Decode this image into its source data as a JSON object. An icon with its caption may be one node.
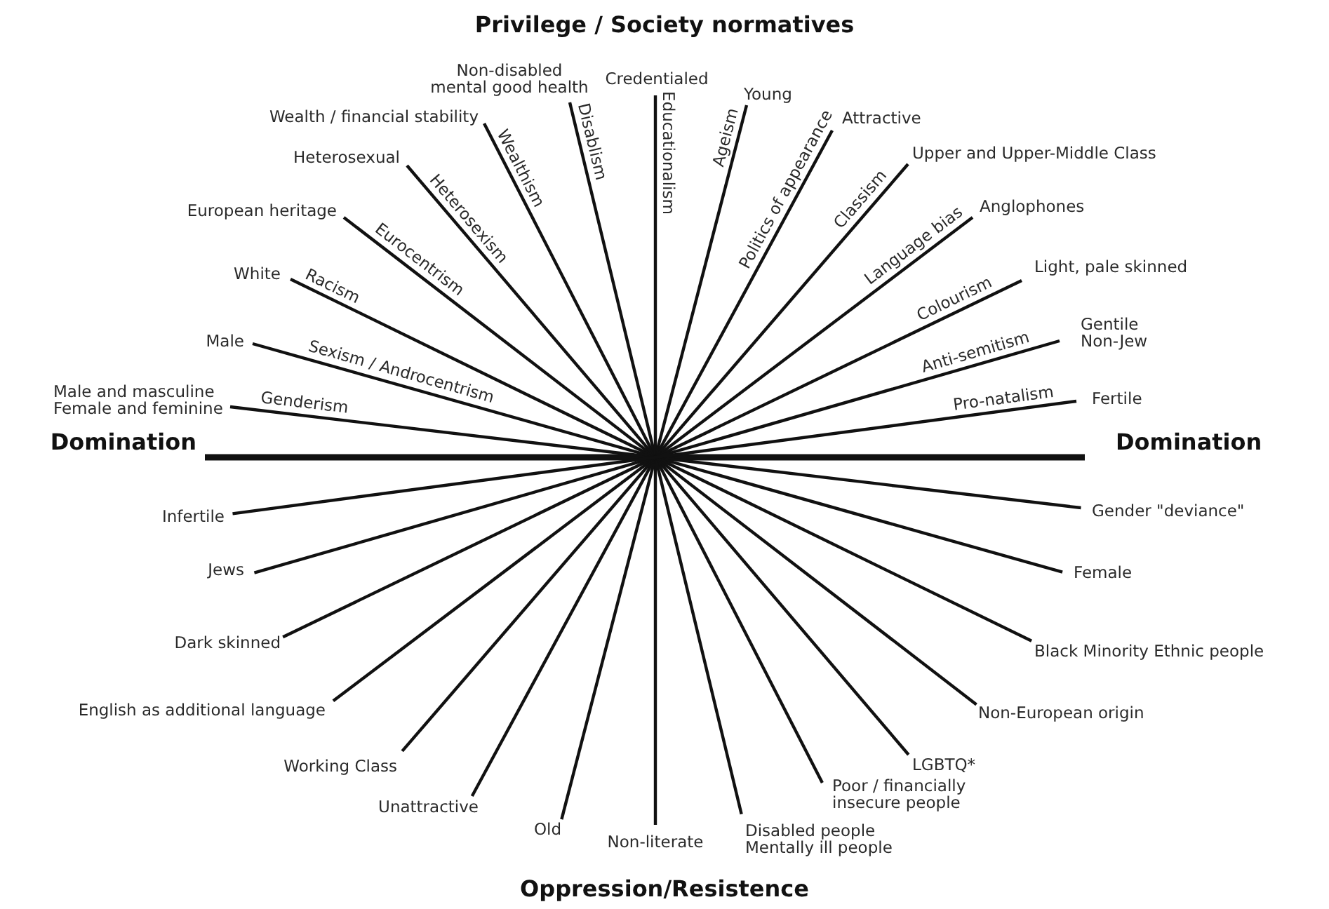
{
  "diagram": {
    "title": "Privilege / Society normatives",
    "nodes": [
      {
        "text": [
          "Domination"
        ]
      },
      {
        "text": [
          "Domination"
        ]
      },
      {
        "text": [
          "Male and masculine Female and feminine"
        ]
      },
      {
        "text": [
          "Male"
        ]
      },
      {
        "text": [
          "White"
        ]
      },
      {
        "text": [
          "European heritage"
        ]
      },
      {
        "text": [
          "Heterosexual"
        ]
      },
      {
        "text": [
          "Wealth / financial stability"
        ]
      },
      {
        "text": [
          "Non-disabled mental good health"
        ]
      },
      {
        "text": [
          "Credentialed"
        ]
      },
      {
        "text": [
          "Young"
        ]
      },
      {
        "text": [
          "Attractive"
        ]
      },
      {
        "text": [
          "Upper and Upper-Middle Class"
        ]
      },
      {
        "text": [
          "Anglophones"
        ]
      },
      {
        "text": [
          "Light, pale skinned"
        ]
      },
      {
        "text": [
          "Gentile Non-Jew"
        ]
      },
      {
        "text": [
          "Fertile"
        ]
      },
      {
        "text": [
          "Gender \"deviance\""
        ]
      },
      {
        "text": [
          "Female"
        ]
      },
      {
        "text": [
          "Black Minority Ethnic people"
        ]
      },
      {
        "text": [
          "Non-European origin"
        ]
      },
      {
        "text": [
          "LGBTQ*"
        ]
      },
      {
        "text": [
          "Poor / financially insecure people"
        ]
      },
      {
        "text": [
          "Disabled people Mentally ill people"
        ]
      },
      {
        "text": [
          "Non-literate"
        ]
      },
      {
        "text": [
          "Old"
        ]
      },
      {
        "text": [
          "Unattractive"
        ]
      },
      {
        "text": [
          "Working Class"
        ]
      },
      {
        "text": [
          "English as additional language"
        ]
      },
      {
        "text": [
          "Dark skinned"
        ]
      },
      {
        "text": [
          "Jews"
        ]
      },
      {
        "text": [
          "Infertile"
        ]
      }
    ],
    "edges": [
      {
        "from": 0,
        "to": 1,
        "arrow": "none",
        "style": "thick"
      },
      {
        "from": 2,
        "to": 17,
        "arrow": "none",
        "label": "Genderism"
      },
      {
        "from": 3,
        "to": 18,
        "arrow": "none",
        "label": "Sexism / Androcentrism"
      },
      {
        "from": 4,
        "to": 19,
        "arrow": "none",
        "label": "Racism"
      },
      {
        "from": 5,
        "to": 20,
        "arrow": "none",
        "label": "Eurocentrism"
      },
      {
        "from": 6,
        "to": 21,
        "arrow": "none",
        "label": "Heterosexism"
      },
      {
        "from": 7,
        "to": 22,
        "arrow": "none",
        "label": "Wealthism"
      },
      {
        "from": 8,
        "to": 23,
        "arrow": "none",
        "label": "Disablism"
      },
      {
        "from": 9,
        "to": 24,
        "arrow": "none",
        "label": "Educationalism"
      },
      {
        "from": 10,
        "to": 25,
        "arrow": "none",
        "label": "Ageism"
      },
      {
        "from": 11,
        "to": 26,
        "arrow": "none",
        "label": "Politics of appearance"
      },
      {
        "from": 12,
        "to": 27,
        "arrow": "none",
        "label": "Classism"
      },
      {
        "from": 13,
        "to": 28,
        "arrow": "none",
        "label": "Language bias"
      },
      {
        "from": 14,
        "to": 29,
        "arrow": "none",
        "label": "Colourism"
      },
      {
        "from": 15,
        "to": 30,
        "arrow": "none",
        "label": "Anti-semitism"
      },
      {
        "from": 16,
        "to": 31,
        "arrow": "none",
        "label": "Pro-natalism"
      }
    ],
    "labels": [
      "Oppression/Resistence"
    ]
  }
}
